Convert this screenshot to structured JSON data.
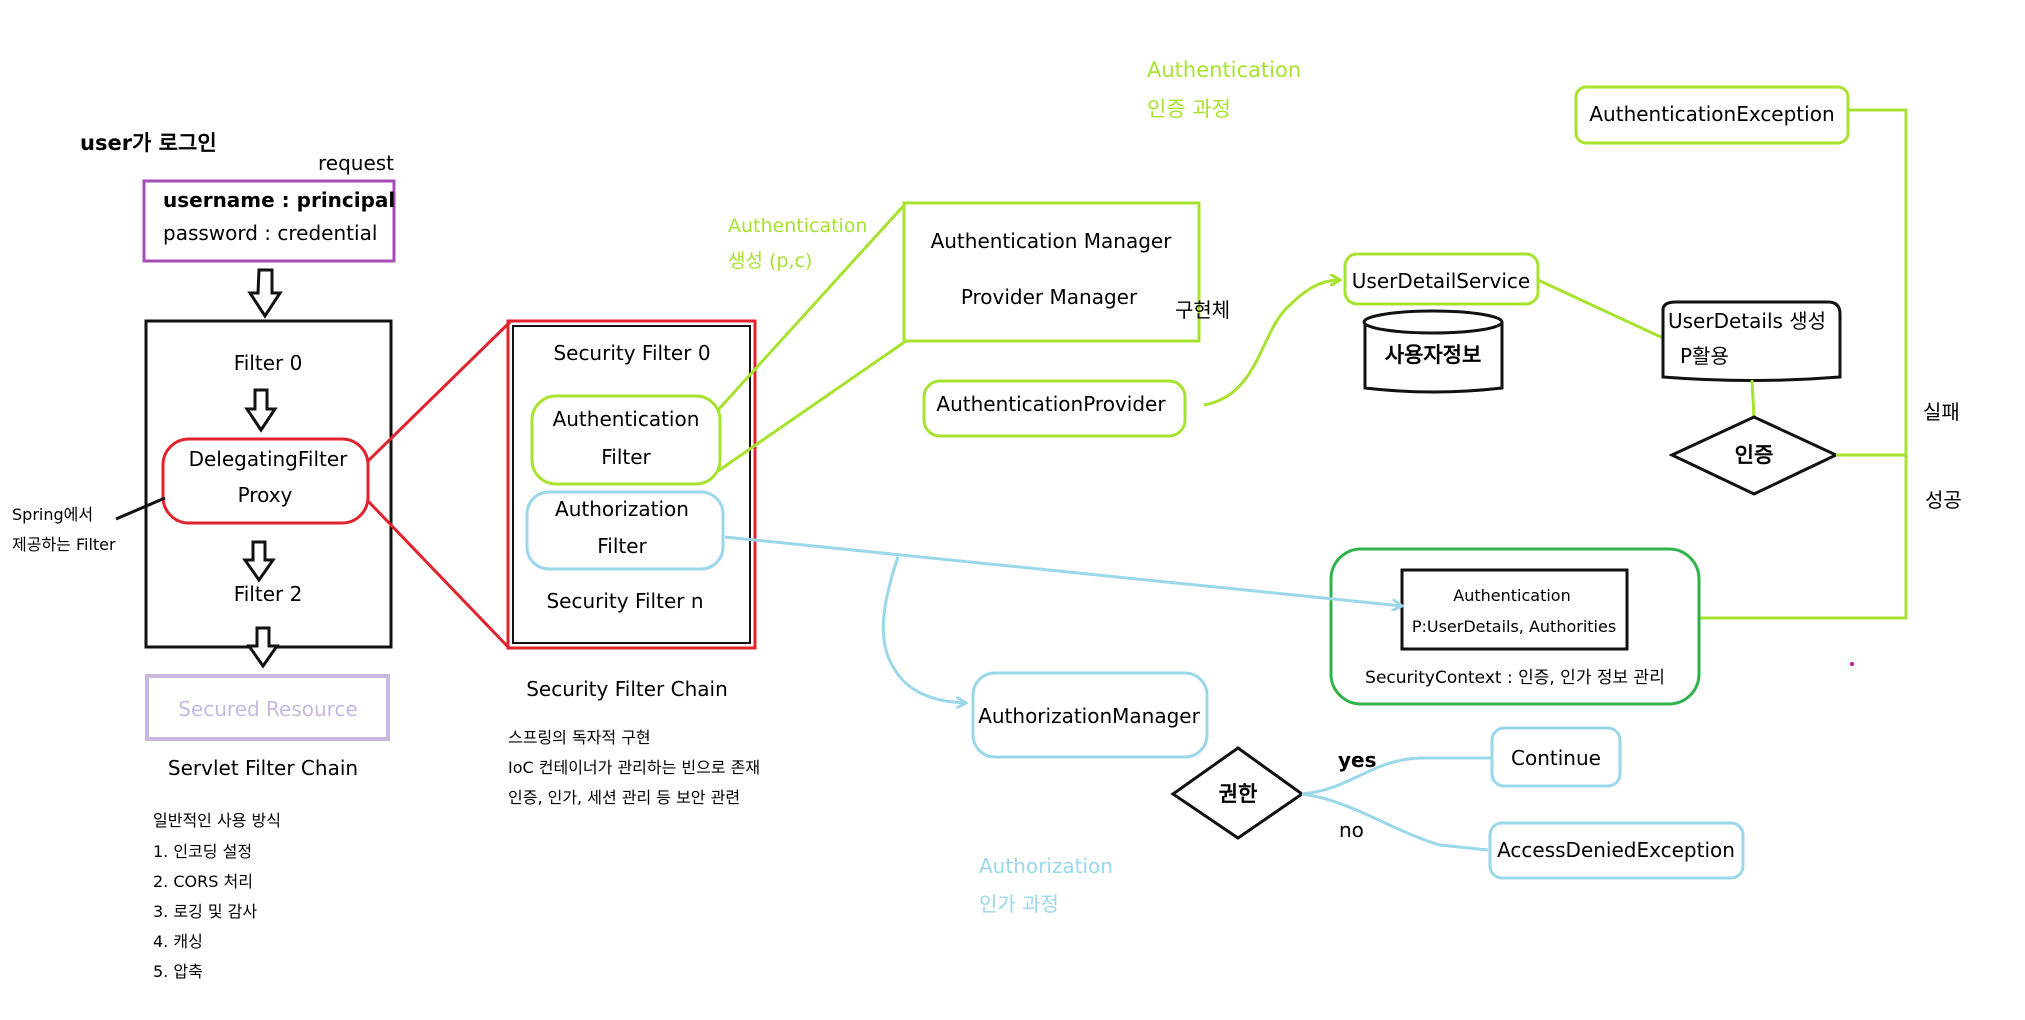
{
  "colors": {
    "black": "#111111",
    "purple": "#a64cb5",
    "red": "#e0232e",
    "lime": "#a6e22e",
    "skyblue": "#9ad7e8",
    "green": "#2fb34a",
    "lavender": "#c8b8e0",
    "magenta": "#c0189c"
  },
  "login": {
    "title": "user가 로그인",
    "request": "request",
    "username": "username : principal",
    "password": "password : credential"
  },
  "servlet_chain": {
    "filter0": "Filter 0",
    "delegating_line1": "DelegatingFilter",
    "delegating_line2": "Proxy",
    "filter2": "Filter 2",
    "secured_resource": "Secured Resource",
    "label": "Servlet Filter Chain",
    "spring_note_line1": "Spring에서",
    "spring_note_line2": "제공하는 Filter"
  },
  "usage": {
    "title": "일반적인 사용 방식",
    "items": [
      "1. 인코딩 설정",
      "2. CORS 처리",
      "3. 로깅 및 감사",
      "4. 캐싱",
      "5. 압축"
    ]
  },
  "security_chain": {
    "filter0": "Security Filter 0",
    "auth_filter_line1": "Authentication",
    "auth_filter_line2": "Filter",
    "authz_filter_line1": "Authorization",
    "authz_filter_line2": "Filter",
    "filter_n": "Security Filter n",
    "label": "Security Filter Chain",
    "notes": [
      "스프링의 독자적 구현",
      "IoC 컨테이너가 관리하는 빈으로 존재",
      "인증, 인가, 세션 관리 등 보안 관련"
    ]
  },
  "authentication": {
    "title_line1": "Authentication",
    "title_line2": "인증 과정",
    "create_line1": "Authentication",
    "create_line2": "생성 (p,c)",
    "manager": "Authentication Manager",
    "provider_manager": "Provider Manager",
    "impl": "구현체",
    "provider": "AuthenticationProvider",
    "user_detail_service": "UserDetailService",
    "user_info": "사용자정보",
    "user_details_line1": "UserDetails 생성",
    "user_details_line2": "P활용",
    "verify": "인증",
    "exception": "AuthenticationException",
    "fail": "실패",
    "success": "성공"
  },
  "security_context": {
    "auth_line1": "Authentication",
    "auth_line2": "P:UserDetails, Authorities",
    "label": "SecurityContext : 인증, 인가 정보 관리"
  },
  "authorization": {
    "title_line1": "Authorization",
    "title_line2": "인가 과정",
    "manager": "AuthorizationManager",
    "permission": "권한",
    "yes": "yes",
    "no": "no",
    "continue": "Continue",
    "denied": "AccessDeniedException"
  }
}
